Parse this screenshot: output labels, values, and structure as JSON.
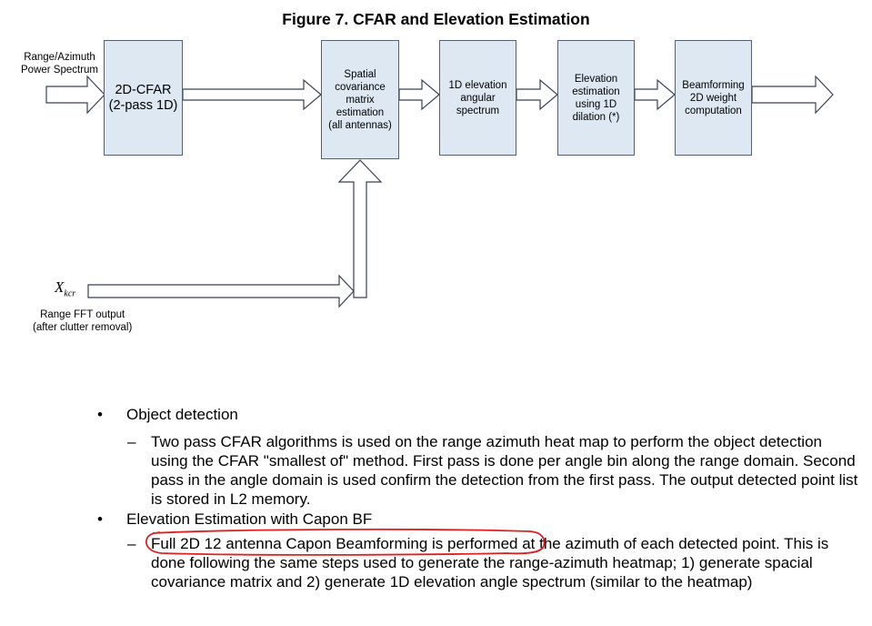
{
  "figure": {
    "title": "Figure 7. CFAR and Elevation Estimation",
    "input_label": "Range/Azimuth\nPower Spectrum",
    "blocks": [
      {
        "name": "cfar",
        "text": "2D-CFAR\n(2-pass 1D)"
      },
      {
        "name": "covariance",
        "text": "Spatial\ncovariance\nmatrix\nestimation\n(all antennas)"
      },
      {
        "name": "elevation-spectrum",
        "text": "1D elevation\nangular\nspectrum"
      },
      {
        "name": "elevation-estimation",
        "text": "Elevation\nestimation\nusing 1D\ndilation (*)"
      },
      {
        "name": "beamforming",
        "text": "Beamforming\n2D weight\ncomputation"
      }
    ],
    "xkcr_symbol": "X",
    "xkcr_subscript": "kcr",
    "fft_label": "Range FFT output\n(after clutter removal)"
  },
  "bullets": [
    {
      "marker": "•",
      "text": "Object detection",
      "sub": {
        "marker": "–",
        "text": "Two pass CFAR algorithms is used on the range azimuth heat map to perform the object detection using the CFAR \"smallest of\" method. First pass is done per angle bin along the range domain. Second pass in the angle domain is used confirm the detection from the first pass. The output detected point list is stored in L2 memory."
      }
    },
    {
      "marker": "•",
      "text": "Elevation Estimation with Capon BF",
      "sub": {
        "marker": "–",
        "highlight": "Full 2D 12 antenna Capon Beamforming is performed",
        "text": " at the azimuth of each detected point. This is done following the same steps used to generate the range-azimuth heatmap; 1) generate spacial covariance matrix and 2) generate 1D elevation angle spectrum (similar to the heatmap)"
      }
    }
  ],
  "colors": {
    "block_fill": "#dde8f3",
    "block_border": "#556070",
    "highlight_ring": "#e02020"
  }
}
